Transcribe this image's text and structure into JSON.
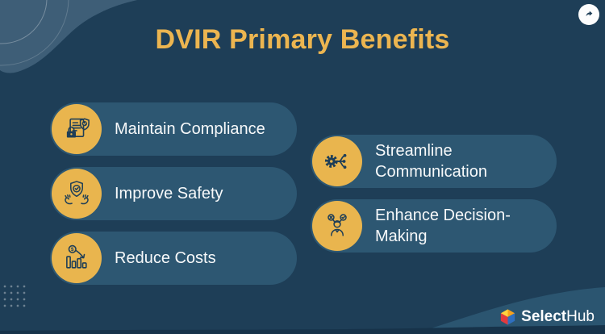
{
  "title": "DVIR Primary Benefits",
  "share_button": {
    "icon": "share-arrow-icon"
  },
  "benefits": [
    {
      "label": "Maintain Compliance",
      "icon": "compliance-document-shield-icon",
      "column": "left"
    },
    {
      "label": "Improve Safety",
      "icon": "hands-holding-shield-icon",
      "column": "left"
    },
    {
      "label": "Reduce Costs",
      "icon": "declining-bars-dollar-icon",
      "column": "left"
    },
    {
      "label": "Streamline Communication",
      "icon": "gear-network-icon",
      "column": "right"
    },
    {
      "label": "Enhance Decision-Making",
      "icon": "person-choice-icon",
      "column": "right"
    }
  ],
  "brand": {
    "name_bold": "Select",
    "name_light": "Hub",
    "logo": "selecthub-cube-logo"
  },
  "colors": {
    "background": "#1e3e57",
    "card": "#2d5772",
    "icon_circle": "#e9b54e",
    "title": "#ecb550",
    "card_text": "#f7f9fa",
    "top_blob": "#3e5e77",
    "bottom_blob": "#2b5570",
    "bottom_wave": "#17334a",
    "icon_stroke": "#1e3e57"
  }
}
